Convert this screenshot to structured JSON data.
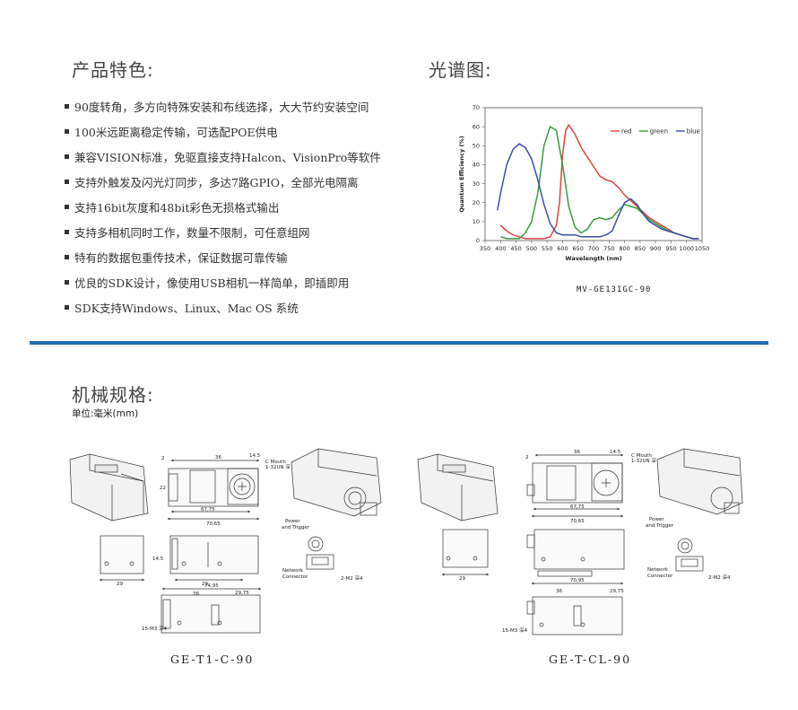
{
  "features": {
    "title": "产品特色:",
    "items": [
      "90度转角，多方向特殊安装和布线选择，大大节约安装空间",
      "100米远距离稳定传输，可选配POE供电",
      "兼容VISION标准，免驱直接支持Halcon、VisionPro等软件",
      "支持外触发及闪光灯同步，多达7路GPIO，全部光电隔离",
      "支持16bit灰度和48bit彩色无损格式输出",
      "支持多相机同时工作，数量不限制，可任意组网",
      "特有的数据包重传技术，保证数据可靠传输",
      "优良的SDK设计，像使用USB相机一样简单，即插即用",
      "SDK支持Windows、Linux、Mac OS 系统"
    ]
  },
  "spectrum": {
    "title": "光谱图:",
    "caption": "MV-GE131GC-90"
  },
  "chart_data": {
    "type": "line",
    "title": "",
    "xlabel": "Wavelength (nm)",
    "ylabel": "Quantum Efficiency (%)",
    "xlim": [
      350,
      1050
    ],
    "ylim": [
      0,
      70
    ],
    "xticks": [
      350,
      400,
      450,
      500,
      550,
      600,
      650,
      700,
      750,
      800,
      850,
      900,
      950,
      1000,
      1050
    ],
    "yticks": [
      0,
      10,
      20,
      30,
      40,
      50,
      60,
      70
    ],
    "grid": false,
    "legend": "top-right",
    "series": [
      {
        "name": "red",
        "color": "#d9463e",
        "x": [
          400,
          420,
          440,
          460,
          480,
          500,
          520,
          540,
          560,
          580,
          590,
          600,
          610,
          620,
          640,
          660,
          680,
          700,
          720,
          740,
          760,
          780,
          800,
          820,
          840,
          860,
          880,
          900,
          920,
          940,
          960,
          980,
          1000,
          1020,
          1040
        ],
        "y": [
          8,
          5,
          3,
          2,
          1,
          1,
          1,
          1,
          2,
          8,
          20,
          45,
          58,
          61,
          56,
          49,
          44,
          39,
          34,
          32,
          31,
          28,
          24,
          21,
          18,
          15,
          12,
          10,
          8,
          6,
          4,
          3,
          2,
          1,
          1
        ]
      },
      {
        "name": "green",
        "color": "#3a9b3a",
        "x": [
          400,
          420,
          440,
          460,
          480,
          500,
          520,
          540,
          560,
          580,
          600,
          620,
          640,
          660,
          680,
          700,
          720,
          740,
          760,
          780,
          800,
          820,
          840,
          860,
          880,
          900,
          920,
          940,
          960,
          980,
          1000,
          1020,
          1040
        ],
        "y": [
          2,
          1,
          1,
          1,
          4,
          10,
          25,
          50,
          60,
          58,
          40,
          18,
          7,
          4,
          6,
          11,
          12,
          11,
          12,
          16,
          19,
          18,
          17,
          14,
          11,
          9,
          7,
          5,
          4,
          3,
          2,
          1,
          1
        ]
      },
      {
        "name": "blue",
        "color": "#3a4fa8",
        "x": [
          390,
          400,
          420,
          440,
          460,
          480,
          500,
          520,
          540,
          560,
          580,
          600,
          620,
          640,
          660,
          680,
          700,
          720,
          740,
          760,
          780,
          800,
          820,
          840,
          860,
          880,
          900,
          920,
          940,
          960,
          980,
          1000,
          1020,
          1040
        ],
        "y": [
          16,
          25,
          40,
          48,
          51,
          49,
          43,
          32,
          19,
          9,
          4,
          3,
          3,
          3,
          2,
          2,
          2,
          2,
          3,
          5,
          13,
          20,
          22,
          19,
          14,
          10,
          8,
          6,
          5,
          4,
          3,
          2,
          1,
          1
        ]
      }
    ]
  },
  "mechanical": {
    "title": "机械规格:",
    "unit": "单位:毫米(mm)",
    "models": [
      "GE-T1-C-90",
      "GE-T-CL-90"
    ],
    "labels": {
      "d36": "36",
      "d145": "14.5",
      "d2": "2",
      "d22": "22",
      "d6775": "67,75",
      "d7065": "70,65",
      "d29": "29",
      "d20": "20",
      "d7495": "74,95",
      "d2975": "29,75",
      "d7095": "70,95",
      "cmount": "C Mouth",
      "thread": "1-32UN 深",
      "power": "Power",
      "trigger": "and Trigger",
      "network": "Network",
      "connector": "Connector",
      "m2": "2-M2 深4",
      "m3": "15-M3 深4"
    }
  }
}
